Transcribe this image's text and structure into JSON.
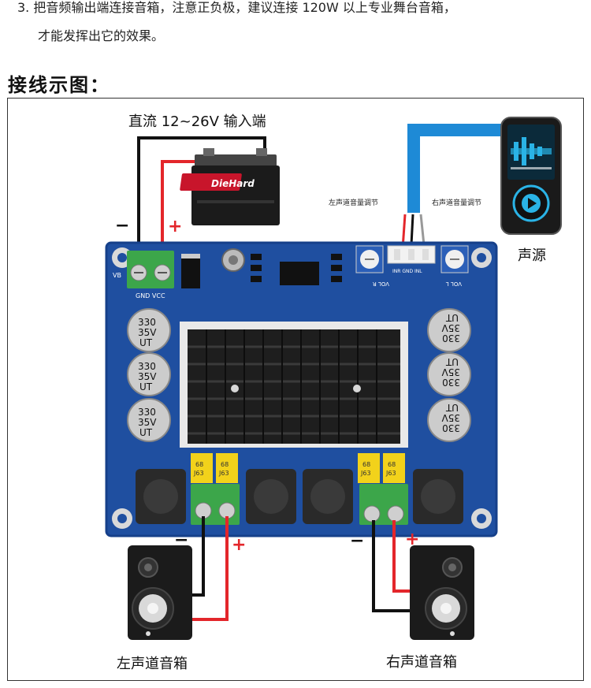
{
  "intro": {
    "line1": "3. 把音频输出端连接音箱，注意正负极，建议连接 120W 以上专业舞台音箱，",
    "line2": "才能发挥出它的效果。"
  },
  "section_title": "接线示图：",
  "labels": {
    "power_input": "直流 12~26V 输入端",
    "audio_source": "声源",
    "left_volume": "左声道音量调节",
    "right_volume": "右声道音量调节",
    "left_speaker": "左声道音箱",
    "right_speaker": "右声道音箱"
  },
  "signs": {
    "minus": "−",
    "plus": "+"
  },
  "battery": {
    "brand": "DieHard"
  },
  "board": {
    "capacitor_text": [
      "330",
      "35V",
      "UT"
    ],
    "small_cap_text": [
      "68",
      "J63"
    ],
    "silkscreen": {
      "power_terminal": "VB",
      "gnd_vcc": "GND VCC",
      "vol_r": "VOL R",
      "vol_l": "VOL L",
      "in": "INR GND INL"
    }
  },
  "colors": {
    "pcb": "#1f4fa0",
    "wire_red": "#e3262b",
    "wire_black": "#111111",
    "wire_blue": "#1e8ad6",
    "terminal_green": "#3ca64a",
    "cap_yellow": "#f2d21b"
  }
}
